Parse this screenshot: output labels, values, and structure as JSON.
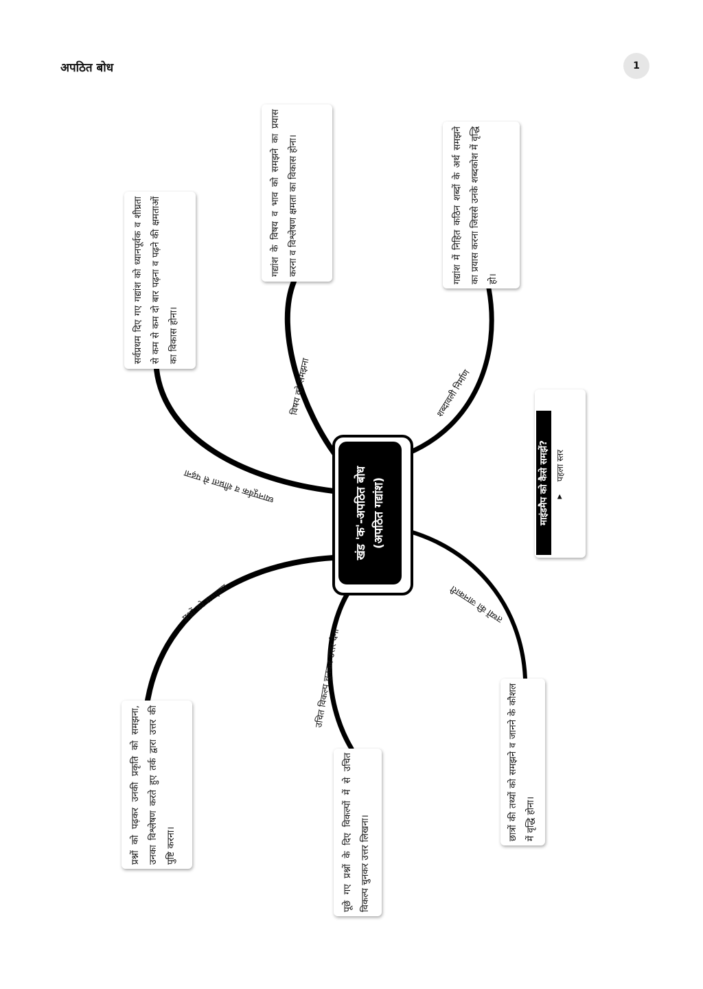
{
  "header": {
    "title": "अपठित बोध",
    "page_number": "1"
  },
  "center": {
    "line1": "खंड 'क'-अपठित बोध",
    "line2": "(अपठित गद्यांश)"
  },
  "branches": [
    {
      "id": "careful-reading",
      "label": "ध्यानपूर्वक व शीघ्रता से पढ़ना",
      "note": "सर्वप्रथम दिए गए गद्यांश को ध्यानपूर्वक व शीघ्रता से कम से कम दो बार पढ़ना व पढ़ने की क्षमताओं का विकास होना।"
    },
    {
      "id": "understanding-subject",
      "label": "विषय को समझना",
      "note": "गद्यांश के विषय व भाव को समझने का प्रयास करना व विश्लेषण क्षमता का विकास होना।"
    },
    {
      "id": "vocabulary",
      "label": "शब्दावली निर्माण",
      "note": "गद्यांश में निहित कठिन शब्दों के अर्थ समझने का प्रयास करना जिससे उनके शब्दकोश में वृद्धि हो।"
    },
    {
      "id": "facts",
      "label": "तथ्यों की जानकारी",
      "note": "छात्रों की तथ्यों को समझने व जानने के कौशल में वृद्धि होना।"
    },
    {
      "id": "options",
      "label": "उचित विकल्प चुनकर उत्तर देना",
      "note": "पूछे गए प्रश्नों के दिए विकल्पों में से उचित विकल्प चुनकर उत्तर लिखना।"
    },
    {
      "id": "questions",
      "label": "प्रश्नों को समझना",
      "note": "प्रश्नों को पढ़कर उनकी प्रकृति को समझना, उनका विश्लेषण करते हुए तर्क द्वारा उत्तर की पुष्टि करना।"
    }
  ],
  "legend": {
    "title": "माइंडमैप को कैसे समझें?",
    "level": "पहला स्तर"
  }
}
